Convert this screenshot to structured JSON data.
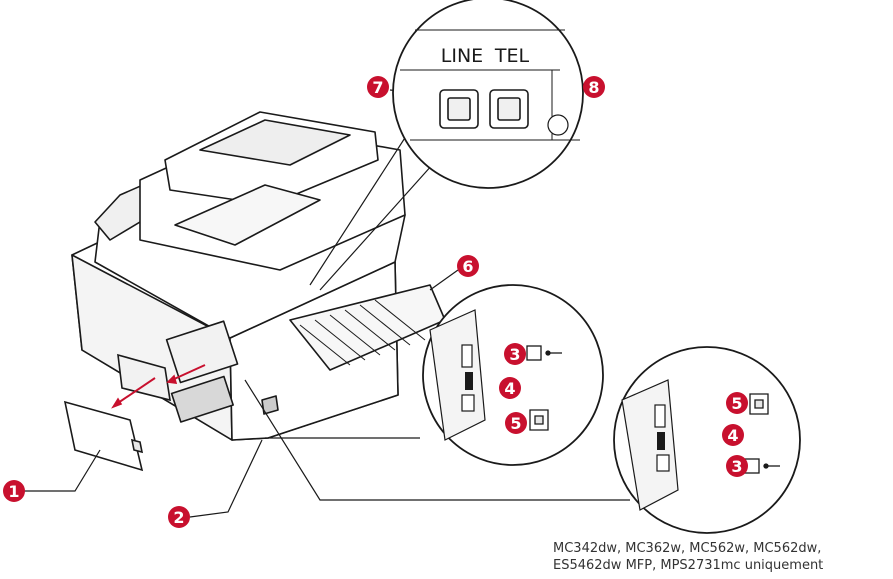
{
  "colors": {
    "callout": "#c8102e",
    "line": "#1a1a1a",
    "fill": "#ffffff",
    "shade": "#e6e6e6"
  },
  "panel_top": {
    "label_line": "LINE",
    "label_tel": "TEL"
  },
  "callouts": [
    {
      "number": "1"
    },
    {
      "number": "2"
    },
    {
      "number": "3"
    },
    {
      "number": "4"
    },
    {
      "number": "5"
    },
    {
      "number": "6"
    },
    {
      "number": "7"
    },
    {
      "number": "8"
    }
  ],
  "caption": {
    "line1": "MC342dw, MC362w, MC562w, MC562dw,",
    "line2": "ES5462dw MFP, MPS2731mc uniquement"
  },
  "icons": [
    "usb-icon",
    "lan-icon",
    "phone-jack-icon"
  ]
}
